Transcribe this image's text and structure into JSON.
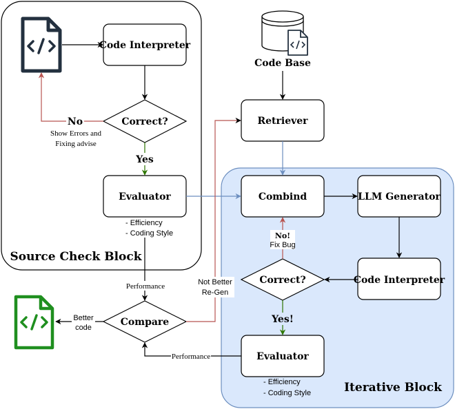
{
  "groups": {
    "source_check": {
      "title": "Source Check Block"
    },
    "iterative": {
      "title": "Iterative Block"
    }
  },
  "nodes": {
    "code_interpreter_src": "Code Interpreter",
    "correct_src": "Correct?",
    "evaluator_src": "Evaluator",
    "evaluator_src_notes": [
      "- Efficiency",
      "- Coding Style"
    ],
    "code_base": "Code Base",
    "retriever": "Retriever",
    "combind": "Combind",
    "llm_generator": "LLM Generator",
    "code_interpreter_iter": "Code Interpreter",
    "correct_iter": "Correct?",
    "evaluator_iter": "Evaluator",
    "evaluator_iter_notes": [
      "- Efficiency",
      "- Coding Style"
    ],
    "compare": "Compare"
  },
  "edge_labels": {
    "no_src": "No",
    "no_src_detail": [
      "Show Errors and",
      "Fixing advise"
    ],
    "yes_src": "Yes",
    "performance_src": "Performance",
    "not_better": [
      "Not Better",
      "Re-Gen"
    ],
    "no_iter": "No!",
    "no_iter_detail": "Fix Bug",
    "yes_iter": "Yes!",
    "performance_iter": "Performance",
    "better_code": [
      "Better",
      "code"
    ]
  },
  "icons": {
    "source_file": "code-file-icon",
    "output_file": "code-file-icon",
    "database": "database-icon"
  },
  "colors": {
    "iterative_fill": "#dae8fc",
    "iterative_stroke": "#6c8ebf",
    "no_arrow": "#b85450",
    "yes_arrow": "#2d7600",
    "retriever_arrow": "#6c8ebf",
    "output_file": "#1f8f1f"
  }
}
